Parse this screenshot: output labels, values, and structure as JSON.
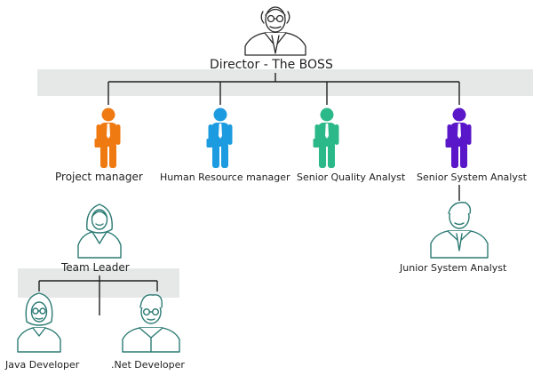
{
  "org_chart": {
    "root": {
      "title": "Director - The BOSS",
      "icon": "boss-avatar-icon"
    },
    "managers": [
      {
        "title": "Project manager",
        "icon": "person-icon",
        "color": "#F07A12"
      },
      {
        "title": "Human Resource manager",
        "icon": "person-icon",
        "color": "#1C9BE0"
      },
      {
        "title": "Senior Quality Analyst",
        "icon": "person-icon",
        "color": "#2CB98A"
      },
      {
        "title": "Senior System Analyst",
        "icon": "person-icon",
        "color": "#5A17C9"
      }
    ],
    "team_leader": {
      "title": "Team Leader",
      "icon": "female-avatar-icon"
    },
    "developers": [
      {
        "title": "Java Developer",
        "icon": "female-developer-icon"
      },
      {
        "title": ".Net Developer",
        "icon": "male-developer-icon"
      }
    ],
    "junior": {
      "title": "Junior System Analyst",
      "icon": "male-avatar-icon"
    },
    "colors": {
      "band": "#E6E8E8",
      "line": "#1f1f1f",
      "outline": "#2b7a73"
    }
  }
}
